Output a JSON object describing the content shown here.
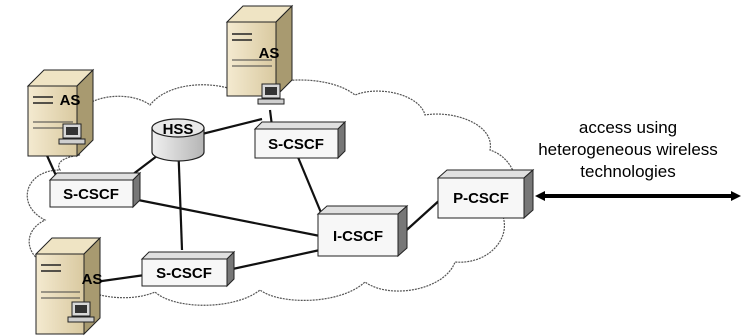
{
  "diagram": {
    "nodes": {
      "hss": "HSS",
      "scscf_top": "S-CSCF",
      "scscf_left": "S-CSCF",
      "scscf_bottom": "S-CSCF",
      "icscf": "I-CSCF",
      "pcscf": "P-CSCF"
    },
    "servers": {
      "top": "AS",
      "left": "AS",
      "bottom": "AS"
    },
    "access_label": {
      "line1": "access using",
      "line2": "heterogeneous wireless",
      "line3": "technologies"
    }
  }
}
